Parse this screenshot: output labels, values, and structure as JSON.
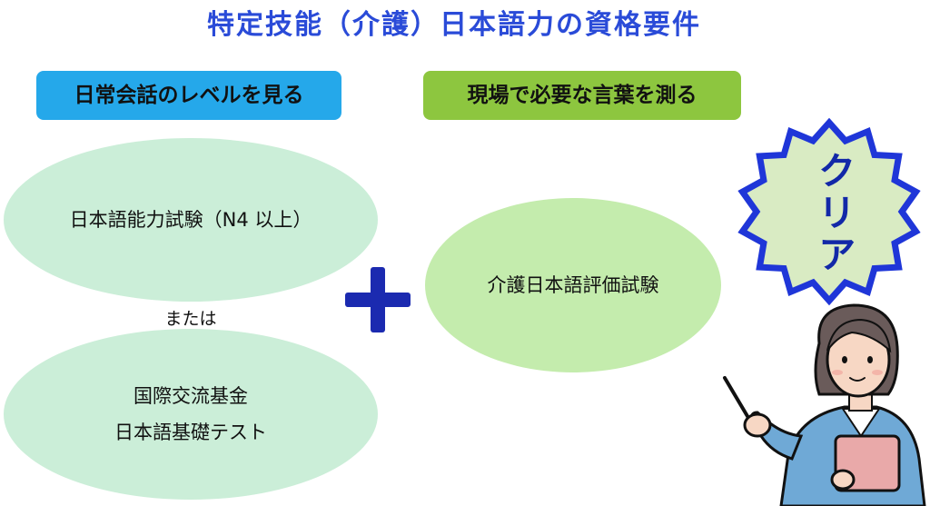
{
  "title": "特定技能（介護）日本語力の資格要件",
  "left_header": "日常会話のレベルを見る",
  "right_header": "現場で必要な言葉を測る",
  "jlpt_test": "日本語能力試験（N4 以上）",
  "or_label": "または",
  "jft_test_line1": "国際交流基金",
  "jft_test_line2": "日本語基礎テスト",
  "care_test": "介護日本語評価試験",
  "badge_label": "クリア",
  "icons": {
    "plus": "plus-icon",
    "badge": "starburst-badge",
    "person": "woman-with-pointer-illustration"
  },
  "colors": {
    "title": "#2a4bd8",
    "left_header_bg": "#25a8ea",
    "right_header_bg": "#8dc63f",
    "ellipse_left_bg": "#cbeed8",
    "ellipse_right_bg": "#c4ecad",
    "plus": "#1b2ab0",
    "badge_fill": "#d9ebc3",
    "badge_stroke": "#1f36d8"
  }
}
